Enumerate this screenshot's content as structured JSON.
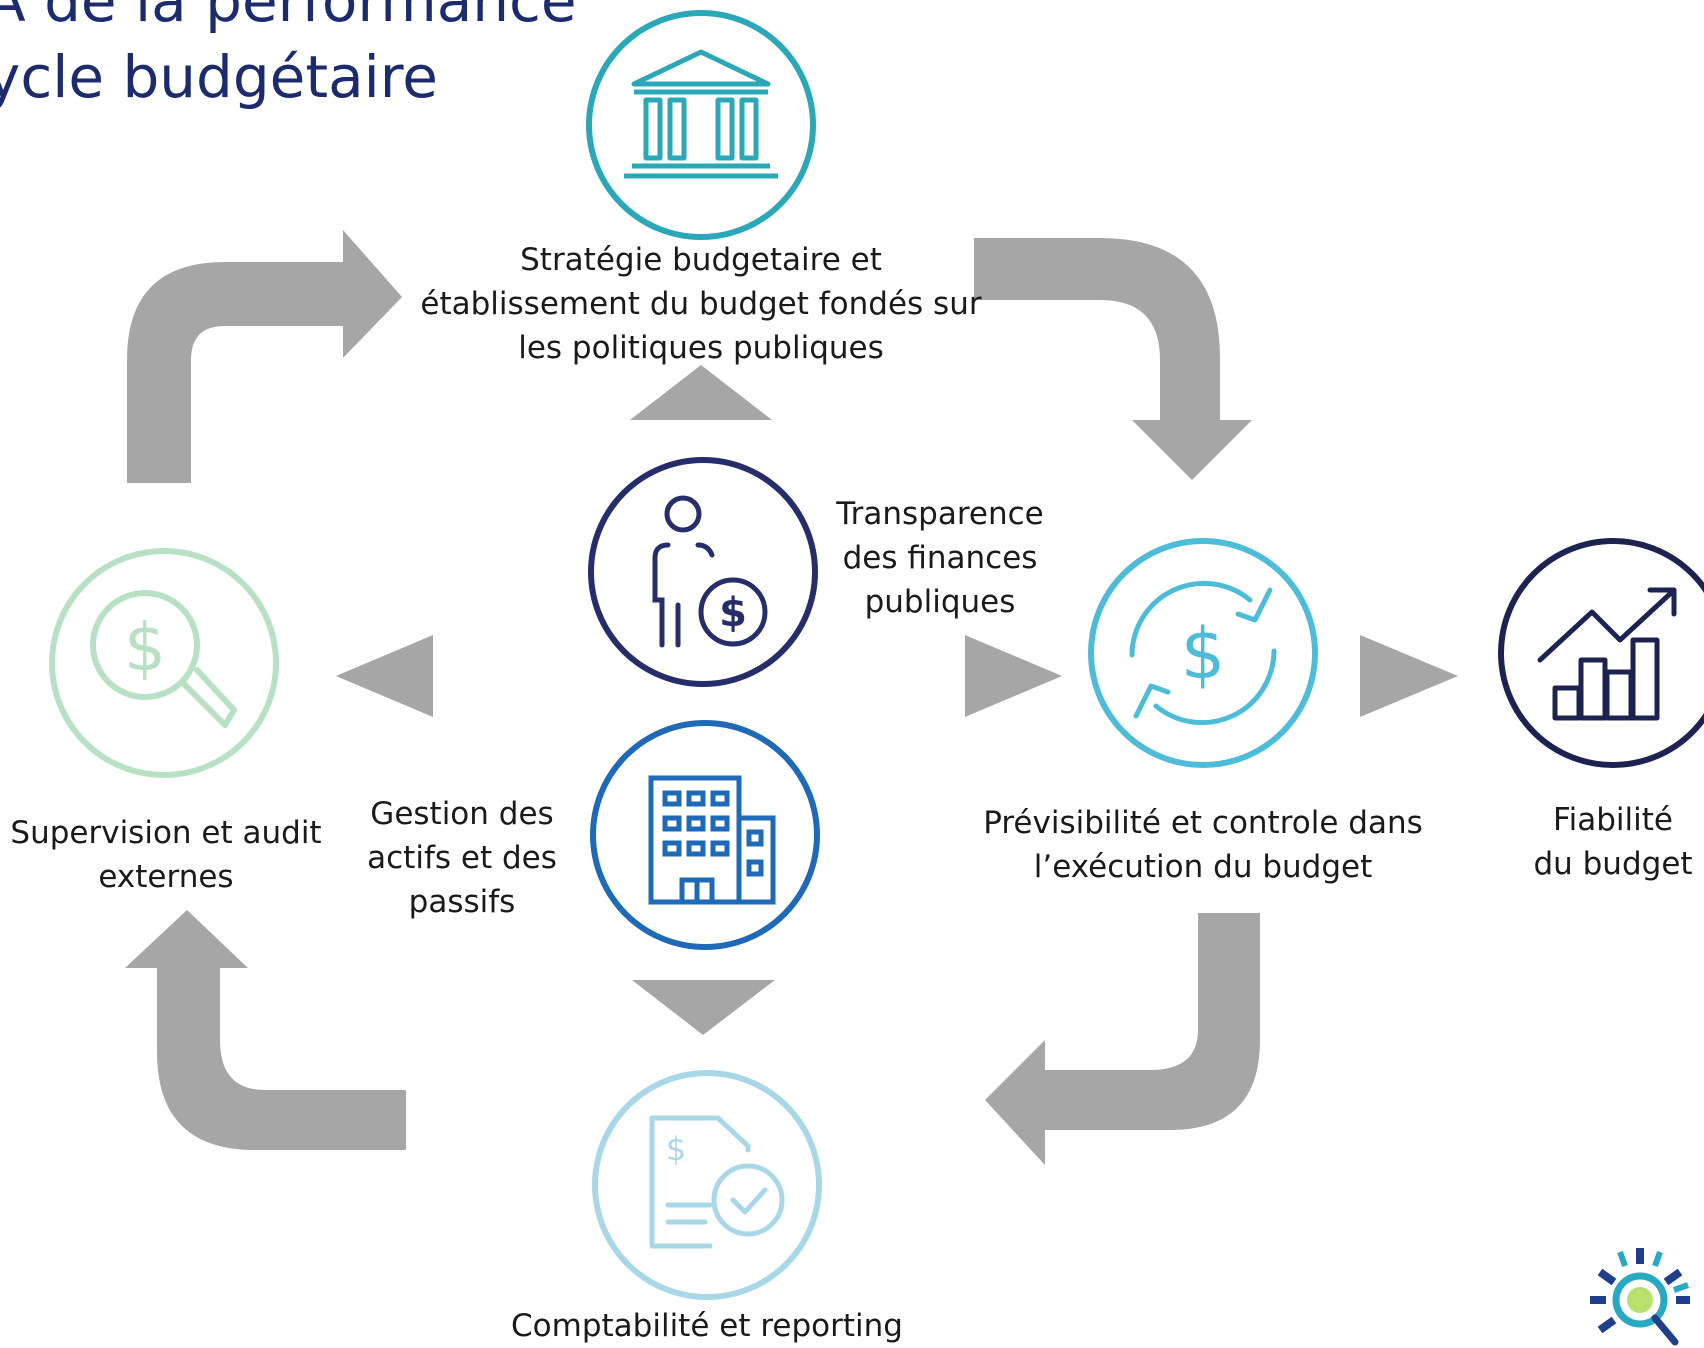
{
  "title": {
    "line1": "A de la performance",
    "line2": "ycle budgétaire"
  },
  "nodes": {
    "strategy": {
      "icon": "government-building-icon",
      "color": "#2aa8b8",
      "lines": [
        "Stratégie budgetaire et",
        "établissement du budget fondés sur",
        "les politiques publiques"
      ]
    },
    "transparency": {
      "icon": "person-dollar-icon",
      "color": "#252d6b",
      "lines": [
        "Transparence",
        "des finances",
        "publiques"
      ]
    },
    "assets": {
      "icon": "office-building-icon",
      "color": "#1e6ab8",
      "lines": [
        "Gestion des",
        "actifs et des",
        "passifs"
      ]
    },
    "predictability": {
      "icon": "dollar-cycle-icon",
      "color": "#4dbcd8",
      "lines": [
        "Prévisibilité et controle dans",
        "l’exécution du budget"
      ]
    },
    "reliability": {
      "icon": "bar-chart-growth-icon",
      "color": "#1c2350",
      "lines": [
        "Fiabilité",
        "du budget"
      ]
    },
    "audit": {
      "icon": "dollar-magnifier-icon",
      "color": "#b7e0c4",
      "lines": [
        "Supervision et audit",
        "externes"
      ]
    },
    "accounting": {
      "icon": "document-check-icon",
      "color": "#a8d8e8",
      "lines": [
        "Comptabilité et reporting"
      ]
    }
  },
  "logo": {
    "icon": "logo-icon"
  },
  "arrow_color": "#a6a6a6"
}
